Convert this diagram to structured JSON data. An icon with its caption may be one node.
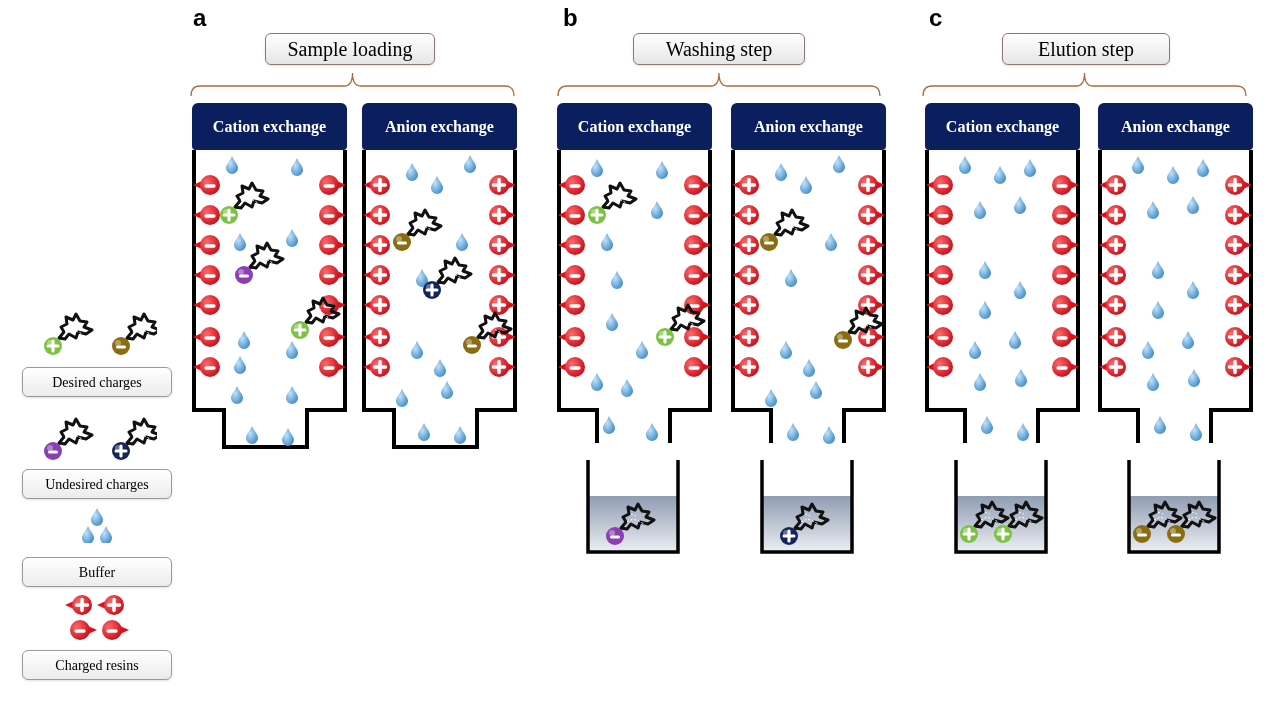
{
  "diagram": {
    "nodes": [
      {
        "text": [
          "Sample loading"
        ]
      },
      {
        "text": [
          "Cation exchange"
        ]
      },
      {
        "text": [
          "Anion exchange"
        ]
      },
      {
        "text": [
          "Washing step"
        ]
      },
      {
        "text": [
          "Cation exchange"
        ]
      },
      {
        "text": [
          "Anion exchange"
        ]
      },
      {
        "text": [
          "Elution step"
        ]
      },
      {
        "text": [
          "Cation exchange"
        ]
      },
      {
        "text": [
          "Anion exchange"
        ]
      }
    ],
    "edges": [],
    "labels": [
      "a",
      "b",
      "c"
    ],
    "legend": [
      {
        "text": "Desired charges"
      },
      {
        "text": "Undesired charges"
      },
      {
        "text": "Buffer"
      },
      {
        "text": "Charged resins"
      }
    ]
  }
}
